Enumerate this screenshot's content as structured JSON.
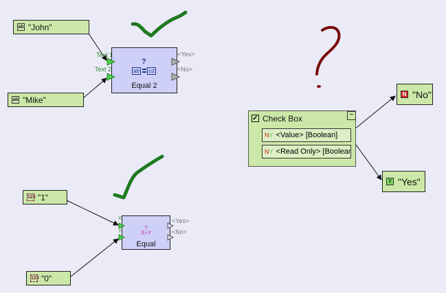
{
  "colors": {
    "canvas": "#ebebf8",
    "constant_fill": "#cce8a8",
    "function_fill": "#cfd0f7",
    "checkmark": "#1e7a1e",
    "question_mark": "#7a0a0a",
    "input_port": "#4cd04c",
    "output_port": "#b0b0b0"
  },
  "group_top": {
    "inputs": [
      {
        "icon": "text-constant-icon",
        "icon_glyph": "ab",
        "value": "\"John\""
      },
      {
        "icon": "text-constant-icon",
        "icon_glyph": "ab",
        "value": "\"Mike\""
      }
    ],
    "function": {
      "name": "Equal 2",
      "icon_glyph_left": "ab",
      "icon_glyph_right": "cd",
      "icon_question": "?",
      "input_ports": [
        "Text 1",
        "Text 2"
      ],
      "output_ports": [
        "<Yes>",
        "<No>"
      ]
    },
    "annotation": "checkmark"
  },
  "group_bottom": {
    "inputs": [
      {
        "icon": "number-constant-icon",
        "icon_glyph": "123",
        "value": "\"1\""
      },
      {
        "icon": "number-constant-icon",
        "icon_glyph": "123",
        "value": "\"0\""
      }
    ],
    "function": {
      "name": "Equal",
      "icon_question": "?",
      "icon_formula": "X=Y",
      "input_ports": [
        "X",
        "Y"
      ],
      "output_ports": [
        "<Yes>",
        "<No>"
      ]
    },
    "annotation": "checkmark"
  },
  "group_right": {
    "checkbox_component": {
      "title": "Check Box",
      "collapse_glyph": "−",
      "properties": [
        {
          "type_n": "N",
          "type_y": "Y",
          "label": "<Value> [Boolean]"
        },
        {
          "type_n": "N",
          "type_y": "Y",
          "label": "<Read Only> [Boolean]"
        }
      ]
    },
    "outputs": [
      {
        "icon_glyph": "N",
        "value": "\"No\""
      },
      {
        "icon_glyph": "Y",
        "value": "\"Yes\""
      }
    ],
    "annotation": "question-mark"
  }
}
